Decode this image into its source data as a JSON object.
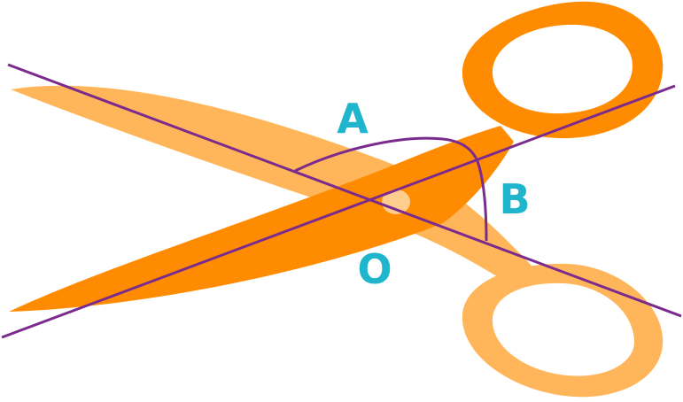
{
  "labels": {
    "a": "A",
    "b": "B",
    "o": "O"
  },
  "colors": {
    "front_blade": "#ff8c00",
    "back_blade": "#ffb65a",
    "pivot": "#ffd9a8",
    "lines": "#7b2a8e",
    "labels": "#1fb5cc",
    "background": "#ffffff"
  },
  "icons": {
    "object": "scissors-icon"
  }
}
